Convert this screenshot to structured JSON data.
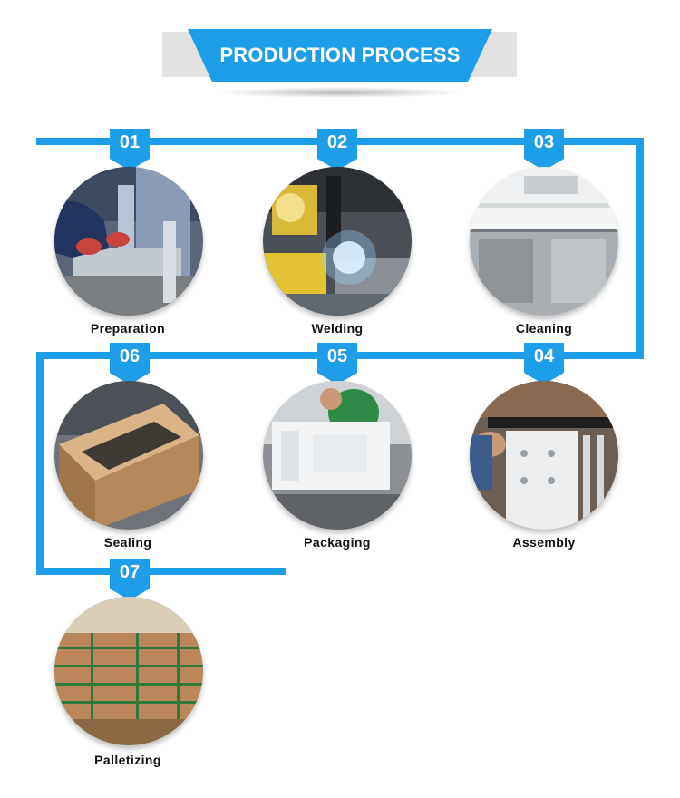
{
  "header": {
    "title": "PRODUCTION PROCESS"
  },
  "steps": [
    {
      "number": "01",
      "label": "Preparation"
    },
    {
      "number": "02",
      "label": "Welding"
    },
    {
      "number": "03",
      "label": "Cleaning"
    },
    {
      "number": "04",
      "label": "Assembly"
    },
    {
      "number": "05",
      "label": "Packaging"
    },
    {
      "number": "06",
      "label": "Sealing"
    },
    {
      "number": "07",
      "label": "Palletizing"
    }
  ],
  "colors": {
    "accent": "#1e9ee9",
    "banner_back": "#e2e2e2",
    "label_text": "#111111"
  }
}
